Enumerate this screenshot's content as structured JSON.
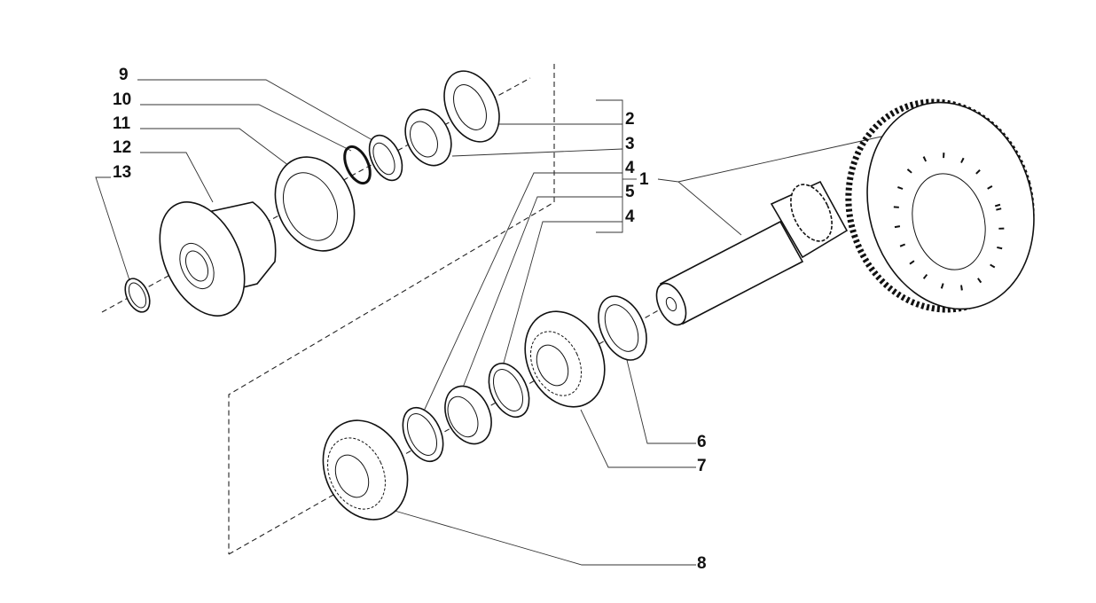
{
  "diagram": {
    "callouts": {
      "c9": "9",
      "c10": "10",
      "c11": "11",
      "c12": "12",
      "c13": "13",
      "c2": "2",
      "c3": "3",
      "c4a": "4",
      "c5": "5",
      "c4b": "4",
      "c1": "1",
      "c6": "6",
      "c7": "7",
      "c8": "8"
    }
  }
}
